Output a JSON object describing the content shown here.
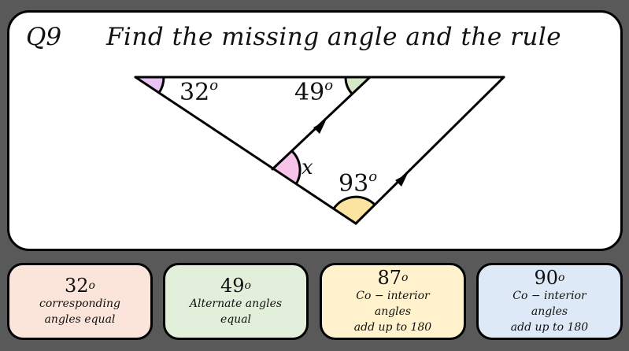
{
  "question": {
    "number": "Q9",
    "title": "Find the missing angle and the rule"
  },
  "diagram": {
    "angles": [
      {
        "id": "top-left",
        "value": "32",
        "unit": "o",
        "color": "#e8c3f5"
      },
      {
        "id": "top-middle",
        "value": "49",
        "unit": "o",
        "color": "#d5e8c8"
      },
      {
        "id": "bottom",
        "value": "93",
        "unit": "o",
        "color": "#fbe3a0"
      },
      {
        "id": "unknown",
        "value": "x",
        "color": "#f7c3e8"
      }
    ],
    "line_color": "#000000"
  },
  "options": [
    {
      "value": "32",
      "unit": "o",
      "rule": "corresponding\nangles equal",
      "bg": "#fbe5da"
    },
    {
      "value": "49",
      "unit": "o",
      "rule": "Alternate angles\nequal",
      "bg": "#e2efda"
    },
    {
      "value": "87",
      "unit": "o",
      "rule": "Co − interior\nangles\nadd up to 180",
      "bg": "#fff2cc"
    },
    {
      "value": "90",
      "unit": "o",
      "rule": "Co − interior\nangles\nadd up to 180",
      "bg": "#dde9f6"
    }
  ],
  "colors": {
    "background": "#595959",
    "card": "#ffffff"
  }
}
